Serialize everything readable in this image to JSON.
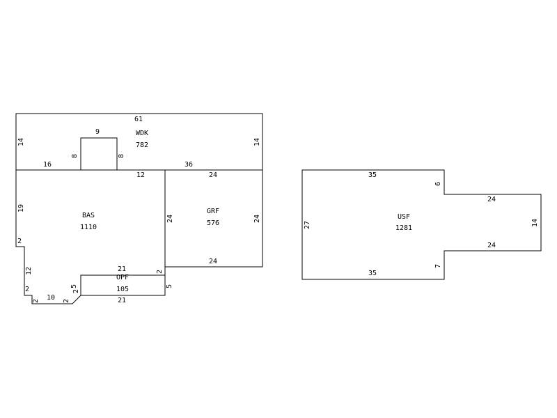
{
  "areas": {
    "wdk": {
      "label": "WDK",
      "value": "782"
    },
    "bas": {
      "label": "BAS",
      "value": "1110"
    },
    "grf": {
      "label": "GRF",
      "value": "576"
    },
    "opf": {
      "label": "OPF",
      "value": "105"
    },
    "usf": {
      "label": "USF",
      "value": "1281"
    }
  },
  "dimensions": {
    "wdk_top": "61",
    "wdk_left": "14",
    "wdk_right": "14",
    "wdk_notch_top": "9",
    "wdk_notch_left": "8",
    "wdk_notch_right": "8",
    "wdk_bottom_left": "16",
    "wdk_bottom_right": "36",
    "bas_top_right": "12",
    "bas_left": "19",
    "bas_left_step": "2",
    "bas_left_lower": "12",
    "bas_bottom_step_left": "2",
    "bas_bottom_inner_left": "2",
    "bas_bottom": "10",
    "bas_bottom_inner_right": "2",
    "bas_right": "24",
    "bas_right_lower": "2",
    "grf_top": "24",
    "grf_right": "24",
    "grf_bottom": "24",
    "opf_top": "21",
    "opf_left": "5",
    "opf_left_2": "2",
    "opf_right": "5",
    "opf_bottom": "21",
    "usf_top": "35",
    "usf_left": "27",
    "usf_notch_top": "6",
    "usf_ext_top": "24",
    "usf_ext_right": "14",
    "usf_ext_bottom": "24",
    "usf_notch_bottom": "7",
    "usf_bottom": "35"
  }
}
